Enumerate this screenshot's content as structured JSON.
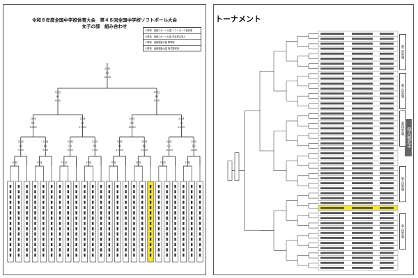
{
  "left": {
    "title_line1": "令和８年度全国中学校体育大会　第４８回全国中学校ソフトボール大会",
    "title_line2": "女子の部　組み合わせ",
    "venues": [
      "Ａ球場　速報スポーツ公園 ソフトボール競技場",
      "Ｂ球場　速報スポーツ公園 多目的広場Ａ",
      "Ｃ球場　速報運動公園 野球場",
      "Ｄ球場　速報運動公園 第式野球場"
    ],
    "final": {
      "date": "20日",
      "venue": "A2",
      "time": "12:00"
    },
    "semis": [
      {
        "date": "20日",
        "venue": "A1",
        "time": "9:00"
      },
      {
        "date": "20日",
        "venue": "B1",
        "time": "9:00"
      }
    ],
    "quarters": [
      {
        "date": "20日",
        "venue": "B1",
        "time": "13:00"
      },
      {
        "date": "20日",
        "venue": "D3",
        "time": "13:00"
      },
      {
        "date": "20日",
        "venue": "A3",
        "time": "15:00"
      },
      {
        "date": "20日",
        "venue": "C3",
        "time": "15:00"
      }
    ],
    "r16": [
      {
        "date": "20日",
        "venue": "A1",
        "time": "9:00"
      },
      {
        "date": "20日",
        "venue": "B1",
        "time": "9:00"
      },
      {
        "date": "20日",
        "venue": "C1",
        "time": "9:00"
      },
      {
        "date": "20日",
        "venue": "D1",
        "time": "9:00"
      },
      {
        "date": "20日",
        "venue": "A2",
        "time": "11:00"
      },
      {
        "date": "20日",
        "venue": "B2",
        "time": "11:00"
      },
      {
        "date": "20日",
        "venue": "C2",
        "time": "11:00"
      },
      {
        "date": "20日",
        "venue": "D2",
        "time": "11:00"
      }
    ],
    "r32_label": "19日",
    "team_count": 24,
    "highlight_team_index": 17,
    "highlight_color": "#f5e43a"
  },
  "right": {
    "title": "トーナメント",
    "side_label": "個人戦女子",
    "rounds": [
      "第二試合場",
      "第三試合場",
      "第四試合場",
      "第六試合場",
      "第八試合場"
    ],
    "entry_count": 48,
    "highlight_entry_index": 35,
    "highlight_color": "#f5e43a"
  }
}
